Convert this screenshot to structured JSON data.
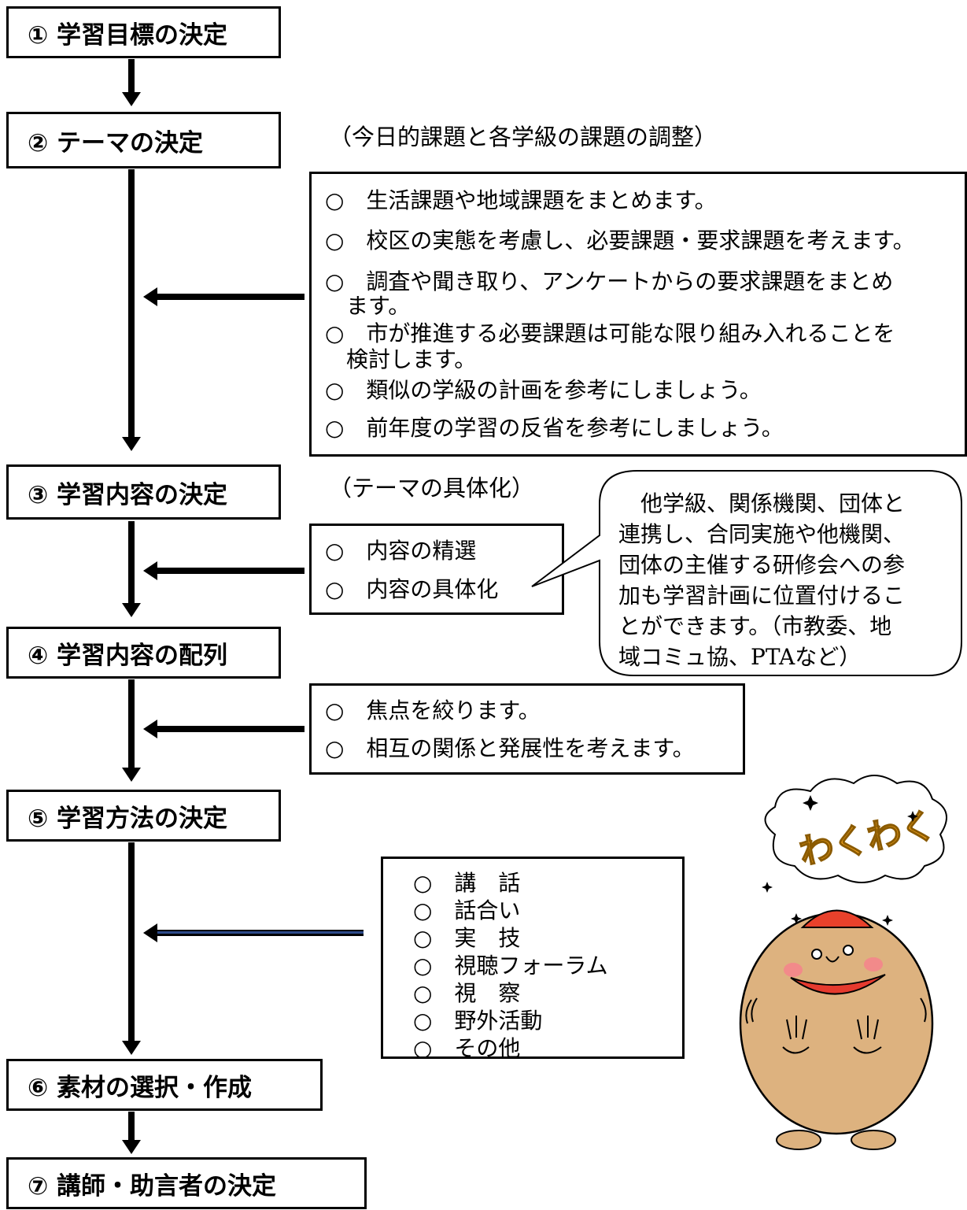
{
  "steps": [
    "① 学習目標の決定",
    "② テーマの決定",
    "③ 学習内容の決定",
    "④ 学習内容の配列",
    "⑤ 学習方法の決定",
    "⑥ 素材の選択・作成",
    "⑦ 講師・助言者の決定"
  ],
  "labels": {
    "theme_note": "（今日的課題と各学級の課題の調整）",
    "content_note": "（テーマの具体化）"
  },
  "theme_box": {
    "lines": [
      "○　生活課題や地域課題をまとめます。",
      "○　校区の実態を考慮し、必要課題・要求課題を考えます。",
      "○　調査や聞き取り、アンケートからの要求課題をまとめ",
      "ます。",
      "○　市が推進する必要課題は可能な限り組み入れることを",
      "検討します。",
      "○　類似の学級の計画を参考にしましょう。",
      "○　前年度の学習の反省を参考にしましょう。"
    ]
  },
  "content_box": {
    "lines": [
      "○　内容の精選",
      "○　内容の具体化"
    ]
  },
  "speech_bubble": {
    "lines": [
      "　他学級、関係機関、団体と",
      "連携し、合同実施や他機関、",
      "団体の主催する研修会への参",
      "加も学習計画に位置付けるこ",
      "とができます。（市教委、地",
      "域コミュ協、PTAなど）"
    ]
  },
  "order_box": {
    "lines": [
      "○　焦点を絞ります。",
      "○　相互の関係と発展性を考えます。"
    ]
  },
  "method_box": {
    "lines": [
      "○　講　話",
      "○　話合い",
      "○　実　技",
      "○　視聴フォーラム",
      "○　視　察",
      "○　野外活動",
      "○　その他"
    ]
  },
  "mascot": {
    "text": "わくわく",
    "colors": {
      "body": "#DDB27F",
      "hat": "#E8412B",
      "mouth": "#E53A2E",
      "cheek": "#F28A8A",
      "cloud_text": "#F2A21E"
    }
  }
}
